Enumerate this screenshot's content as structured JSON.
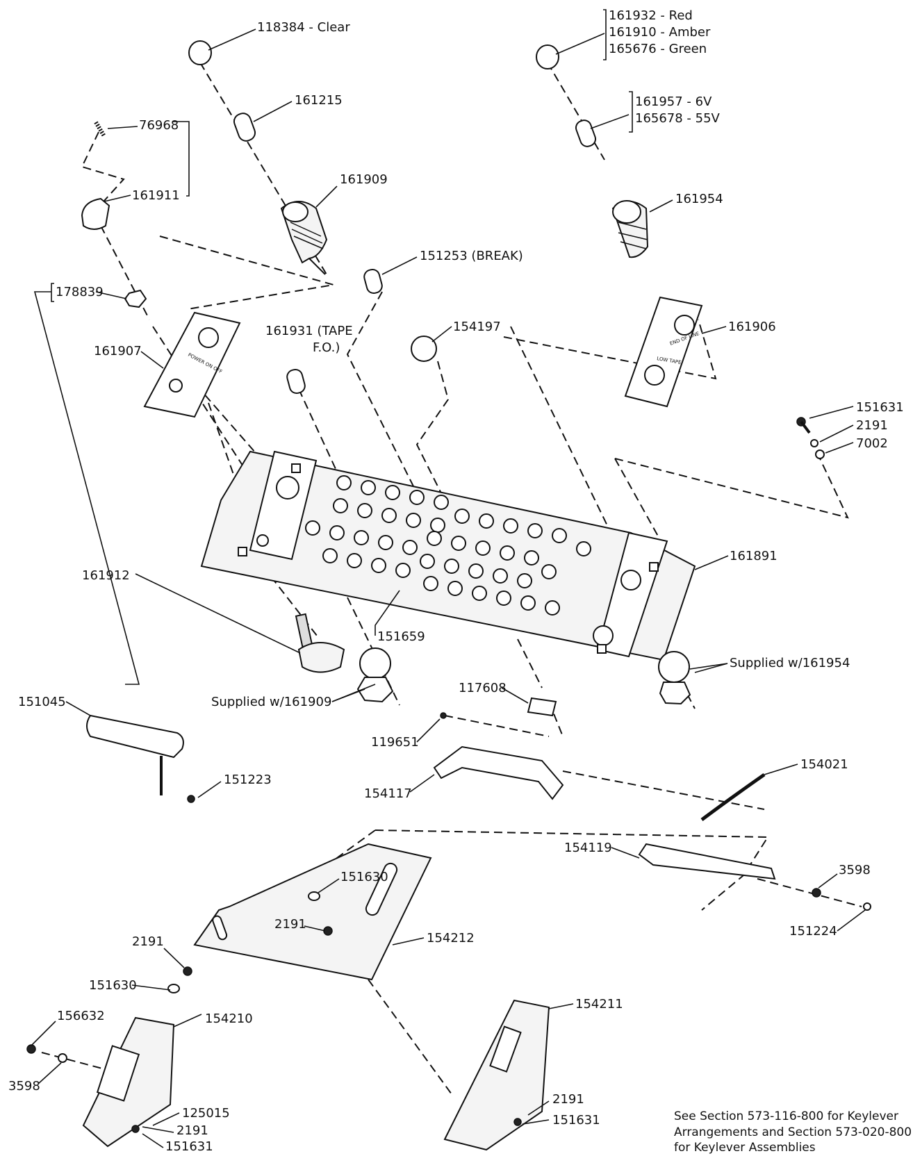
{
  "labels": {
    "p118384": "118384 - Clear",
    "p161932": "161932 - Red",
    "p161910": "161910 - Amber",
    "p165676": "165676 - Green",
    "p161215": "161215",
    "p161957": "161957 - 6V",
    "p165678": "165678 - 55V",
    "p76968": "76968",
    "p161911": "161911",
    "p161909": "161909",
    "p161954": "161954",
    "p151253": "151253 (BREAK)",
    "p178839": "178839",
    "p161907": "161907",
    "p161931_a": "161931 (TAPE",
    "p161931_b": "F.O.)",
    "p154197": "154197",
    "p161906": "161906",
    "p151631_top": "151631",
    "p2191_top": "2191",
    "p7002": "7002",
    "p161912": "161912",
    "p161891": "161891",
    "p151659": "151659",
    "supplied_161954": "Supplied w/161954",
    "supplied_161909": "Supplied w/161909",
    "p117608": "117608",
    "p151045": "151045",
    "p119651": "119651",
    "p151223": "151223",
    "p154021": "154021",
    "p154117": "154117",
    "p154119": "154119",
    "p3598_right": "3598",
    "p151630_mid": "151630",
    "p151224": "151224",
    "p2191_mid": "2191",
    "p2191_left": "2191",
    "p154212": "154212",
    "p151630_left": "151630",
    "p156632": "156632",
    "p154210": "154210",
    "p154211": "154211",
    "p3598_left": "3598",
    "p125015": "125015",
    "p2191_bl": "2191",
    "p151631_bl": "151631",
    "p2191_br": "2191",
    "p151631_br": "151631"
  },
  "panel_text": {
    "power_on_off": "POWER ON OFF",
    "end_of_line": "END OF LINE",
    "low_tape": "LOW TAPE"
  },
  "footnote": {
    "line1": "See Section 573-116-800 for Keylever",
    "line2": "Arrangements and Section 573-020-800",
    "line3": "for Keylever Assemblies"
  }
}
